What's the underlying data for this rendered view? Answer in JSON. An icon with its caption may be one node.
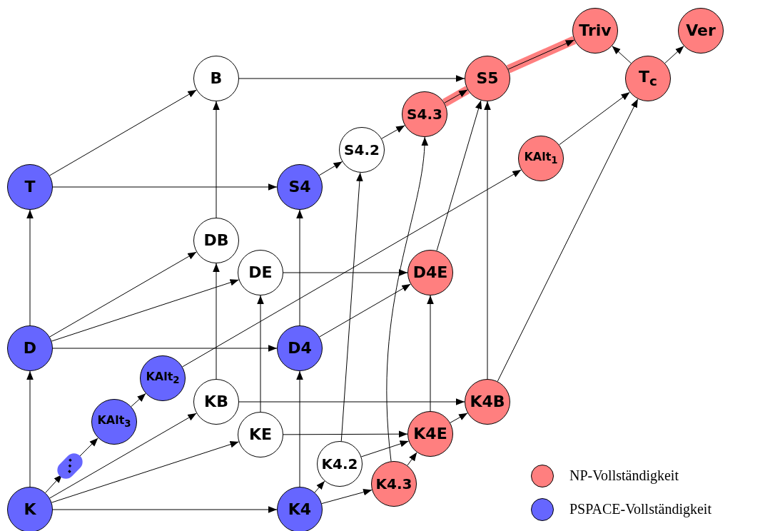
{
  "diagram": {
    "nodes": [
      {
        "text": [
          "K"
        ]
      },
      {
        "text": [
          "⋰"
        ]
      },
      {
        "text": [
          "KAlt$_{3}$"
        ]
      },
      {
        "text": [
          "KAlt$_{2}$"
        ]
      },
      {
        "text": [
          "KB"
        ]
      },
      {
        "text": [
          "KE"
        ]
      },
      {
        "text": [
          "K4"
        ]
      },
      {
        "text": [
          "K4.2"
        ]
      },
      {
        "text": [
          "K4.3"
        ]
      },
      {
        "text": [
          "K4E"
        ]
      },
      {
        "text": [
          "K4B"
        ]
      },
      {
        "text": [
          "D"
        ]
      },
      {
        "text": [
          "D4"
        ]
      },
      {
        "text": [
          "DB"
        ]
      },
      {
        "text": [
          "DE"
        ]
      },
      {
        "text": [
          "D4E"
        ]
      },
      {
        "text": [
          "T"
        ]
      },
      {
        "text": [
          "S4"
        ]
      },
      {
        "text": [
          "S4.2"
        ]
      },
      {
        "text": [
          "S4.3"
        ]
      },
      {
        "text": [
          "B"
        ]
      },
      {
        "text": [
          "S5"
        ]
      },
      {
        "text": [
          "KAlt$_{1}$"
        ]
      },
      {
        "text": [
          "Triv"
        ]
      },
      {
        "text": [
          "T$_{c}$"
        ]
      },
      {
        "text": [
          "Ver"
        ]
      }
    ],
    "edges": [
      {
        "from": 0,
        "to": 1,
        "arrow": "to"
      },
      {
        "from": 1,
        "to": 2,
        "arrow": "to"
      },
      {
        "from": 2,
        "to": 3,
        "arrow": "to"
      },
      {
        "from": 3,
        "to": 22,
        "arrow": "to"
      },
      {
        "from": 0,
        "to": 4,
        "arrow": "to"
      },
      {
        "from": 0,
        "to": 5,
        "arrow": "to"
      },
      {
        "from": 0,
        "to": 6,
        "arrow": "to"
      },
      {
        "from": 0,
        "to": 11,
        "arrow": "to"
      },
      {
        "from": 6,
        "to": 7,
        "arrow": "to"
      },
      {
        "from": 6,
        "to": 8,
        "arrow": "to"
      },
      {
        "from": 6,
        "to": 12,
        "arrow": "to"
      },
      {
        "from": 7,
        "to": 9,
        "arrow": "to"
      },
      {
        "from": 7,
        "to": 18,
        "arrow": "to"
      },
      {
        "from": 8,
        "to": 9,
        "arrow": "to"
      },
      {
        "from": 8,
        "to": 19,
        "arrow": "to"
      },
      {
        "from": 5,
        "to": 9,
        "arrow": "to"
      },
      {
        "from": 5,
        "to": 14,
        "arrow": "to"
      },
      {
        "from": 4,
        "to": 10,
        "arrow": "to"
      },
      {
        "from": 4,
        "to": 13,
        "arrow": "to"
      },
      {
        "from": 9,
        "to": 10,
        "arrow": "to"
      },
      {
        "from": 9,
        "to": 15,
        "arrow": "to"
      },
      {
        "from": 10,
        "to": 21,
        "arrow": "to"
      },
      {
        "from": 10,
        "to": 24,
        "arrow": "to"
      },
      {
        "from": 11,
        "to": 16,
        "arrow": "to"
      },
      {
        "from": 11,
        "to": 13,
        "arrow": "to"
      },
      {
        "from": 11,
        "to": 14,
        "arrow": "to"
      },
      {
        "from": 11,
        "to": 12,
        "arrow": "to"
      },
      {
        "from": 12,
        "to": 15,
        "arrow": "to"
      },
      {
        "from": 12,
        "to": 17,
        "arrow": "to"
      },
      {
        "from": 14,
        "to": 15,
        "arrow": "to"
      },
      {
        "from": 15,
        "to": 21,
        "arrow": "to"
      },
      {
        "from": 13,
        "to": 20,
        "arrow": "to"
      },
      {
        "from": 16,
        "to": 20,
        "arrow": "to"
      },
      {
        "from": 16,
        "to": 17,
        "arrow": "to"
      },
      {
        "from": 17,
        "to": 18,
        "arrow": "to"
      },
      {
        "from": 18,
        "to": 19,
        "arrow": "to"
      },
      {
        "from": 19,
        "to": 21,
        "arrow": "to",
        "style": "thick",
        "color": "#ff7f7f"
      },
      {
        "from": 21,
        "to": 23,
        "arrow": "to",
        "style": "thick",
        "color": "#ff7f7f"
      },
      {
        "from": 20,
        "to": 21,
        "arrow": "to"
      },
      {
        "from": 22,
        "to": 24,
        "arrow": "to"
      },
      {
        "from": 24,
        "to": 23,
        "arrow": "to"
      },
      {
        "from": 24,
        "to": 25,
        "arrow": "to"
      }
    ],
    "legend": [
      {
        "text": "NP-Vollständigkeit",
        "color": "#ff7f7f"
      },
      {
        "text": "PSPACE-Vollständigkeit",
        "color": "#6666ff"
      }
    ]
  }
}
